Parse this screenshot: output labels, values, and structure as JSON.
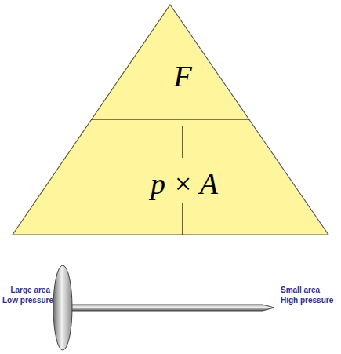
{
  "diagram": {
    "nodes": [
      {
        "text": [
          "F",
          "p × A"
        ]
      }
    ],
    "labels": [
      "Large area",
      "Low pressure",
      "Small area",
      "High pressure"
    ]
  }
}
